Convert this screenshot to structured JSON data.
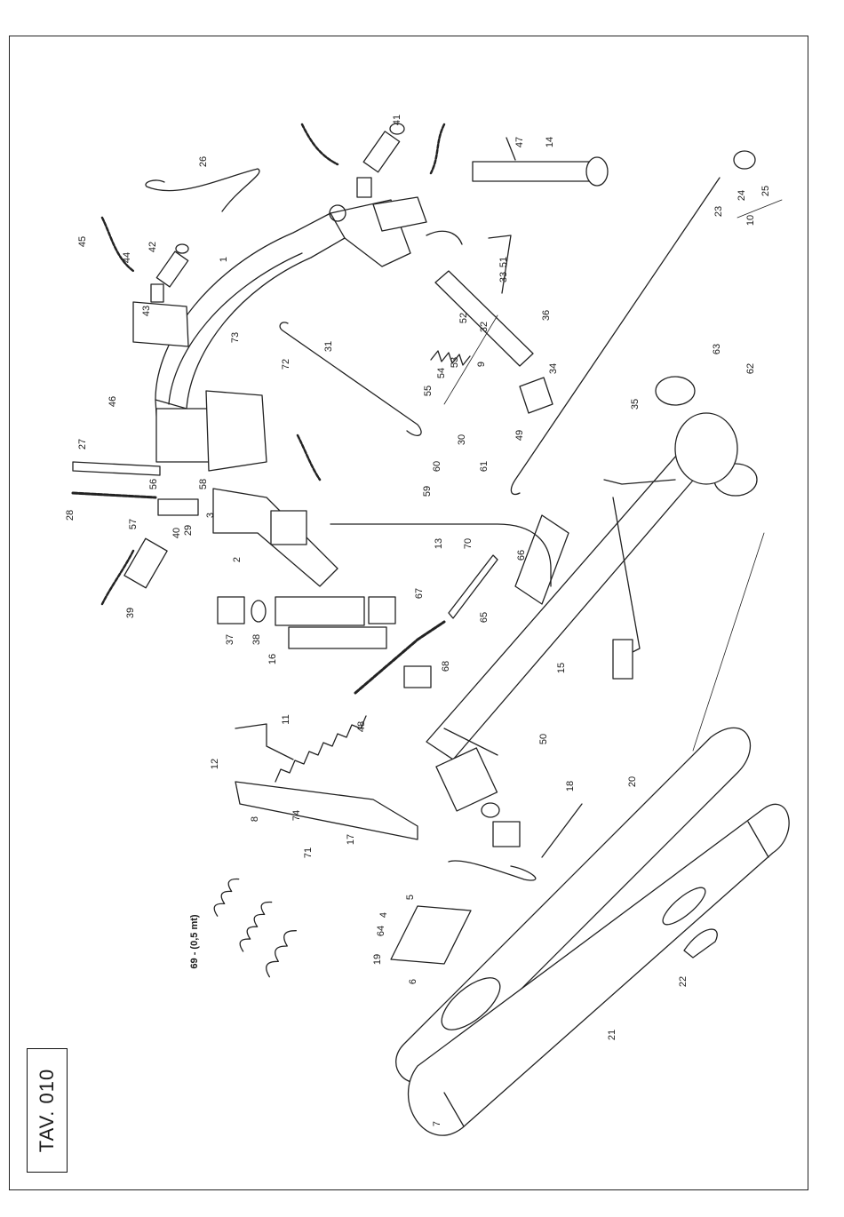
{
  "page": {
    "sheet_code": "TAV. 010",
    "spring_note": "69 - (0,5 mt)"
  },
  "callouts": [
    "1",
    "2",
    "3",
    "4",
    "5",
    "6",
    "7",
    "8",
    "9",
    "10",
    "11",
    "12",
    "13",
    "14",
    "15",
    "16",
    "17",
    "18",
    "19",
    "20",
    "21",
    "22",
    "23",
    "24",
    "25",
    "26",
    "27",
    "28",
    "29",
    "30",
    "31",
    "32",
    "33",
    "34",
    "35",
    "36",
    "37",
    "38",
    "39",
    "40",
    "41",
    "42",
    "43",
    "44",
    "45",
    "46",
    "47",
    "48",
    "49",
    "50",
    "51",
    "52",
    "53",
    "54",
    "55",
    "56",
    "57",
    "58",
    "59",
    "60",
    "61",
    "62",
    "63",
    "64",
    "65",
    "66",
    "67",
    "68",
    "70",
    "71",
    "72",
    "73",
    "74"
  ]
}
